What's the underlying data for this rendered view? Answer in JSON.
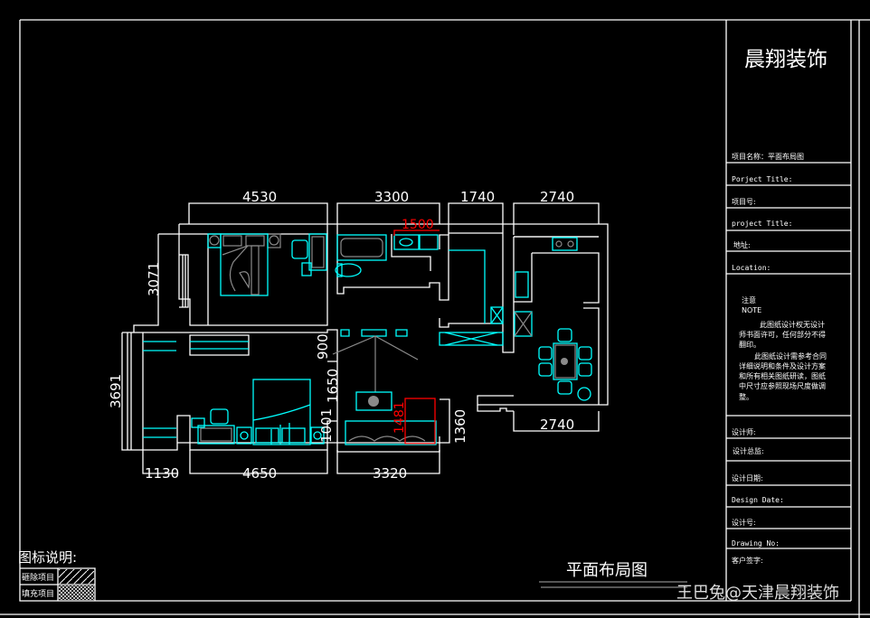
{
  "colors": {
    "background": "#000000",
    "wall": "#ffffff",
    "furniture": "#00ffff",
    "detail": "#8a8a8a",
    "highlight": "#ff0000"
  },
  "title_block": {
    "company": "晨翔装饰",
    "project_name": "项目名称：平面布局图",
    "project_title_1": "Porject Title:",
    "project_no": "项目号:",
    "project_title_2": "project Title:",
    "address": "地址:",
    "location": "Location:",
    "note_title": "注意",
    "note_en": "NOTE",
    "note_lines": [
      "此图纸设计权无设计",
      "师书面许可，任何部分不得",
      "翻印。",
      "此图纸设计需参考合同",
      "详细说明和条件及设计方案",
      "和所有相关图纸研读，图纸",
      "中尺寸应参照现场尺度做调",
      "整。"
    ],
    "designer": "设计师:",
    "design_supervisor": "设计总监:",
    "design_date": "设计日期:",
    "design_date_en": "Design Date:",
    "drawing_no": "设计号:",
    "drawing_no_en": "Drawing No:",
    "client_signature": "客户签字:"
  },
  "drawing_title": "平面布局图",
  "watermark": "王巴兔@天津晨翔装饰",
  "legend": {
    "title": "图标说明:",
    "items": [
      {
        "label": "砸除项目",
        "pattern": "hatch"
      },
      {
        "label": "填充项目",
        "pattern": "crosshatch"
      }
    ]
  },
  "dimensions": {
    "top": [
      "4530",
      "3300",
      "1740",
      "2740"
    ],
    "bottom": [
      "1130",
      "4650",
      "3320"
    ],
    "right_bottom": "2740",
    "left": [
      "3071",
      "3691"
    ],
    "middle": [
      "900",
      "1650",
      "1001",
      "1360"
    ],
    "red": [
      "1500",
      "1481"
    ]
  }
}
